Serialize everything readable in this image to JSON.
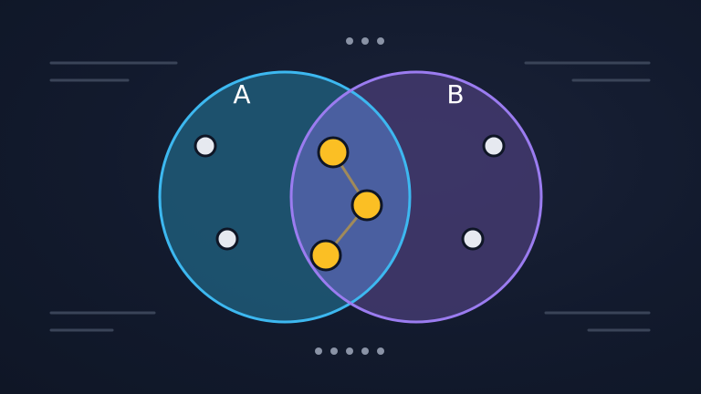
{
  "sets": [
    {
      "label": "A",
      "color": "#3db8f0",
      "fill": "#1e5a78"
    },
    {
      "label": "B",
      "color": "#9b7cf0",
      "fill": "#43396e"
    }
  ],
  "intersection_fill": "#4a5fa0",
  "nodes": {
    "a_only_count": 2,
    "b_only_count": 2,
    "shared_count": 3,
    "plain_color": "#e6e9f0",
    "shared_color": "#fbbf24",
    "edge_color": "#a08a5a"
  },
  "decor": {
    "line_color": "#3a4458",
    "dot_color": "#8a93a6",
    "top_dots": 3,
    "bottom_dots": 5
  }
}
